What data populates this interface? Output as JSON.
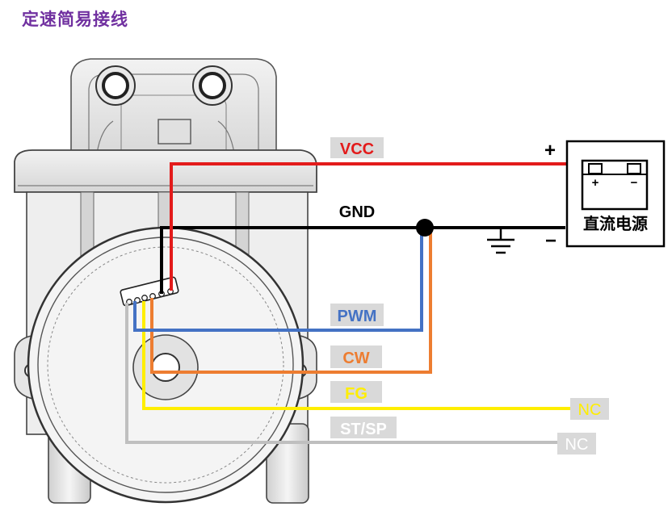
{
  "title": "定速简易接线",
  "wires": [
    {
      "label": "VCC",
      "color": "#e31b1b",
      "label_bg": "#d9d9d9",
      "label_color": "#e31b1b"
    },
    {
      "label": "GND",
      "color": "#000000",
      "label_bg": "#ffffff",
      "label_color": "#000000"
    },
    {
      "label": "PWM",
      "color": "#4472c4",
      "label_bg": "#d9d9d9",
      "label_color": "#4472c4"
    },
    {
      "label": "CW",
      "color": "#ed7d31",
      "label_bg": "#d9d9d9",
      "label_color": "#ed7d31"
    },
    {
      "label": "FG",
      "color": "#ffee00",
      "label_bg": "#d9d9d9",
      "label_color": "#ffee00"
    },
    {
      "label": "ST/SP",
      "color": "#bfbfbf",
      "label_bg": "#d9d9d9",
      "label_color": "#ffffff"
    }
  ],
  "nc_labels": [
    {
      "text": "NC",
      "label_bg": "#d9d9d9",
      "label_color": "#ffee00"
    },
    {
      "text": "NC",
      "label_bg": "#d9d9d9",
      "label_color": "#ffffff"
    }
  ],
  "power": {
    "label": "直流电源",
    "plus": "+",
    "minus": "−",
    "battery_plus": "+",
    "battery_minus": "−"
  }
}
